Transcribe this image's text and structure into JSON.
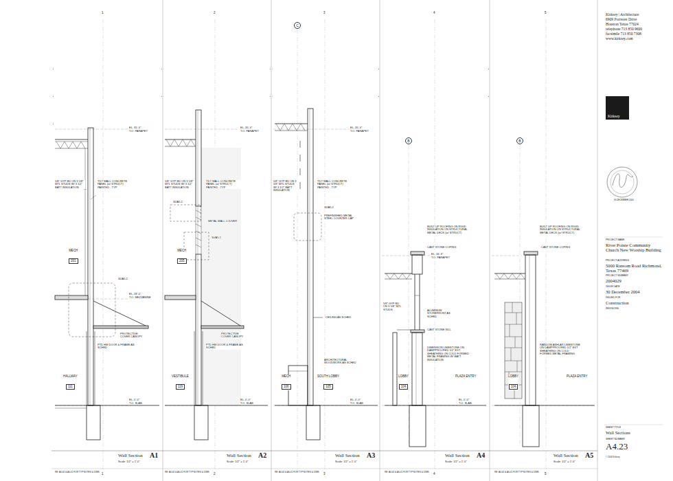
{
  "diagram": {
    "nodes": [
      {
        "text": [
          "Kirksey"
        ]
      },
      {
        "text": [
          "C"
        ]
      },
      {
        "text": [
          "B"
        ]
      },
      {
        "text": [
          "B"
        ]
      },
      {
        "text": [
          "MECH",
          "201"
        ]
      },
      {
        "text": [
          "HALLWAY",
          "111"
        ]
      },
      {
        "text": [
          "MECH",
          "205"
        ]
      },
      {
        "text": [
          "VESTIBULE",
          "119"
        ]
      },
      {
        "text": [
          "MECH",
          "106"
        ]
      },
      {
        "text": [
          "SOUTH LOBBY",
          "105"
        ]
      },
      {
        "text": [
          "LOBBY",
          "104"
        ]
      },
      {
        "text": [
          "LOBBY",
          "104"
        ]
      }
    ],
    "labels": [
      "1",
      "2",
      "3",
      "4",
      "5",
      "1",
      "2",
      "3",
      "4",
      "5",
      "EL. 35'-0\"",
      "T.O. PARAPET",
      "5/8\" GYP BD ON 3 5/8\" MTL STUDS W/ 3 1/2\" BATT INSULATION",
      "TILT WALL CONCRETE PANEL (w/ STRUCT) PAINTED - TYP",
      "30/A5.2",
      "EL. 18'-0\"",
      "T.O. MEZZANINE",
      "PROTECTIVE COVER CANOPY",
      "PTD HM DOOR & FRAME AS SCHED",
      "EL. 0'-0\"",
      "T.O. SLAB",
      "RE: A0.40 & A0.41 FOR TYP NOTES & DIMS",
      "Wall Section",
      "A1",
      "Scale: 1/2\" = 1'-0\"",
      "EL. 35'-0\"",
      "T.O. PARAPET",
      "5/8\" GYP BD ON 3 5/8\" MTL STUDS W/ 3 1/2\" BATT INSULATION",
      "TILT WALL CONCRETE PANEL (w/ STRUCT) PAINTED - TYP",
      "30/A5.2",
      "METAL WALL LOUVER",
      "30/A5.2",
      "PROTECTIVE COVER CANOPY",
      "PTD HM DOOR & FRAME AS SCHED",
      "EL. 0'-0\"",
      "T.O. SLAB",
      "RE: A0.40 & A0.41 FOR TYP NOTES & DIMS",
      "Wall Section",
      "A2",
      "Scale: 1/2\" = 1'-0\"",
      "EL. 35'-0\"",
      "T.O. PARAPET",
      "5/8\" GYP BD ON 3 5/8\" MTL STUDS W/ 3 1/2\" BATT INSULATION",
      "TILT WALL CONCRETE PANEL (w/ STRUCT) PAINTED - TYP",
      "30/A5.2",
      "PREFINISHED METAL STEEL COUNTER CAP",
      "CEILING AS SCHED",
      "ARCHITECTURAL WOODWORK AS SCHED",
      "EL. 0'-0\"",
      "T.O. SLAB",
      "RE: A0.40 & A0.41 FOR TYP NOTES & DIMS",
      "Wall Section",
      "A3",
      "Scale: 1/2\" = 1'-0\"",
      "EL. 16'-6\"",
      "T.O. PARAPET",
      "BUILT UP ROOFING ON RIGID INSULATION ON STRUCTURAL METAL DECK (w/ STRUCT)",
      "CAST STONE COPING",
      "ALUMINUM STOREFRONT AS SCHED",
      "CAST STONE SILL",
      "DIMENSION LIMESTONE ON DAMPPROOFED 1/2\" EXT SHEATHING ON COLD FORMED METAL FRAMING W/ BATT INSULATION",
      "5/8\" GYP BD ON 3 5/8\" MTL STUDS",
      "PLAZA ENTRY",
      "EL. 0'-0\"",
      "T.O. SLAB",
      "RE: A0.40 & A0.41 FOR TYP NOTES & DIMS",
      "Wall Section",
      "A4",
      "Scale: 1/2\" = 1'-0\"",
      "BUILT UP ROOFING ON RIGID INSULATION ON STRUCTURAL METAL DECK (w/ STRUCT)",
      "CAST STONE COPING",
      "RANDOM ASHLAR LIMESTONE ON DAMPPROOFED 1/2\" EXT SHEATHING ON COLD FORMED METAL FRAMING",
      "PLAZA ENTRY",
      "RE: A0.40 & A0.41 FOR TYP NOTES & DIMS",
      "Wall Section",
      "A5",
      "Scale: 1/2\" = 1'-0\"",
      "Kirksey | Architecture",
      "6909 Portwest Drive",
      "Houston Texas 77024",
      "telephone 713 850 9600",
      "facsimile 713 850 7308",
      "www.kirksey.com",
      "30 DECEMBER 2004",
      "PROJECT NAME",
      "River Pointe Community Church New Worship Building",
      "PROJECT ADDRESS",
      "5000 Ransom Road Richmond, Texas 77469",
      "PROJECT NUMBER",
      "2004029",
      "ISSUE DATE",
      "30 December 2004",
      "ISSUED FOR",
      "Construction",
      "REVISIONS",
      "SHEET TITLE",
      "Wall Sections",
      "SHEET NUMBER",
      "A4.23",
      "© 2004 Kirksey"
    ]
  }
}
